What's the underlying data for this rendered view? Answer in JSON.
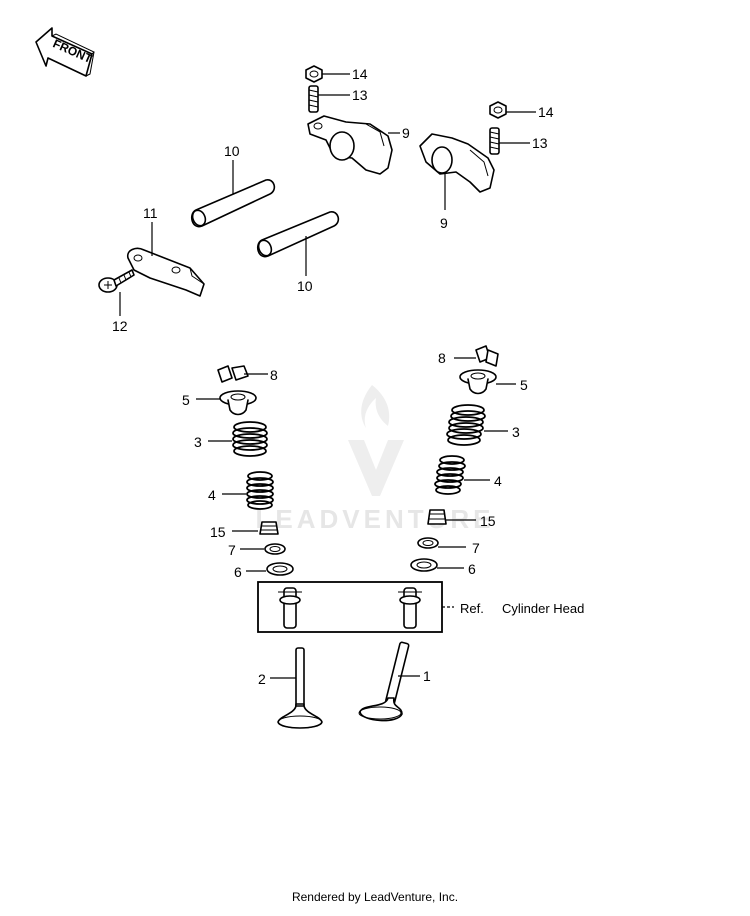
{
  "front_label": "FRONT",
  "watermark": "LEADVENTURE",
  "callouts": {
    "p1": "1",
    "p2": "2",
    "p3a": "3",
    "p3b": "3",
    "p4a": "4",
    "p4b": "4",
    "p5a": "5",
    "p5b": "5",
    "p6a": "6",
    "p6b": "6",
    "p7a": "7",
    "p7b": "7",
    "p8a": "8",
    "p8b": "8",
    "p9a": "9",
    "p9b": "9",
    "p10a": "10",
    "p10b": "10",
    "p11": "11",
    "p12": "12",
    "p13a": "13",
    "p13b": "13",
    "p14a": "14",
    "p14b": "14",
    "p15a": "15",
    "p15b": "15"
  },
  "reference": {
    "prefix": "Ref.",
    "text": "Cylinder Head"
  },
  "footer": "Rendered by LeadVenture, Inc."
}
